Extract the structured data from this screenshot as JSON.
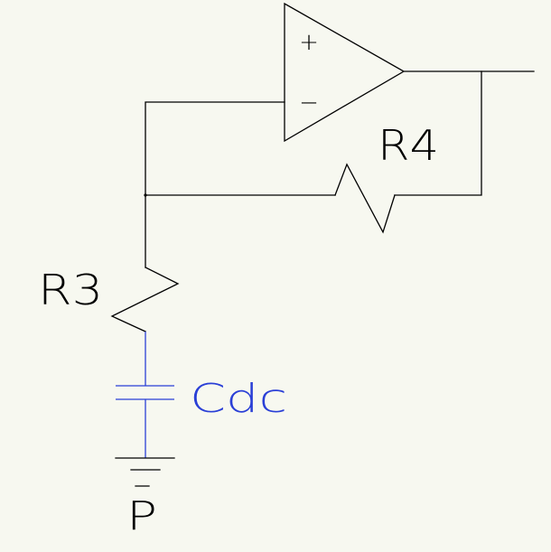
{
  "opamp": {
    "plus_sign": "+",
    "minus_sign": "−"
  },
  "labels": {
    "r3": "R3",
    "r4": "R4",
    "capacitor": "Cdc",
    "ground": "P"
  },
  "colors": {
    "background": "#f7f8f0",
    "wire": "#000000",
    "capacitor_branch": "#2a3fd6"
  }
}
